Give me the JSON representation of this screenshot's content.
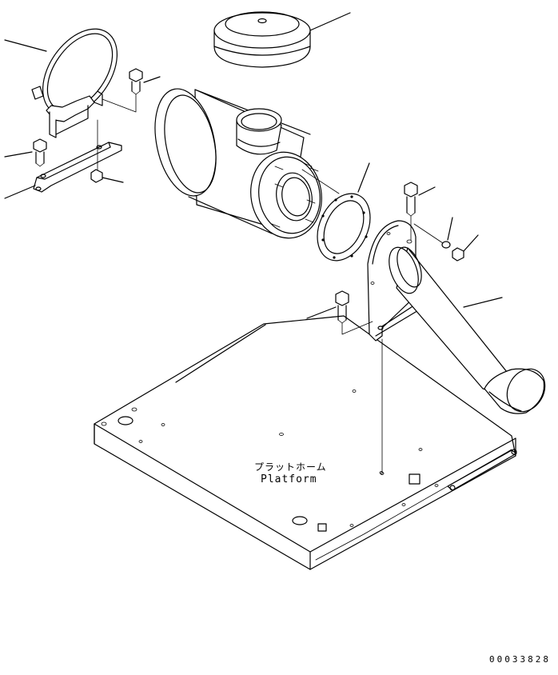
{
  "callout": {
    "label_jp": "プラットホーム",
    "label_en": "Platform"
  },
  "drawing_number": "00033828"
}
